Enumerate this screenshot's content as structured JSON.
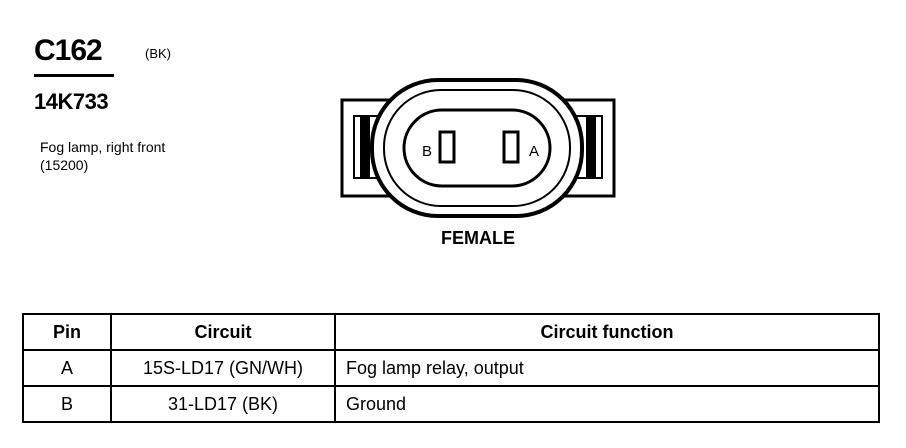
{
  "connector": {
    "id": "C162",
    "color_code": "(BK)",
    "part_number": "14K733",
    "description_line1": "Fog lamp, right front",
    "description_line2": "(15200)",
    "gender": "FEMALE",
    "pin_label_left": "B",
    "pin_label_right": "A"
  },
  "table": {
    "headers": {
      "pin": "Pin",
      "circuit": "Circuit",
      "function": "Circuit function"
    },
    "rows": [
      {
        "pin": "A",
        "circuit": "15S-LD17 (GN/WH)",
        "function": "Fog lamp relay, output"
      },
      {
        "pin": "B",
        "circuit": "31-LD17 (BK)",
        "function": "Ground"
      }
    ]
  }
}
